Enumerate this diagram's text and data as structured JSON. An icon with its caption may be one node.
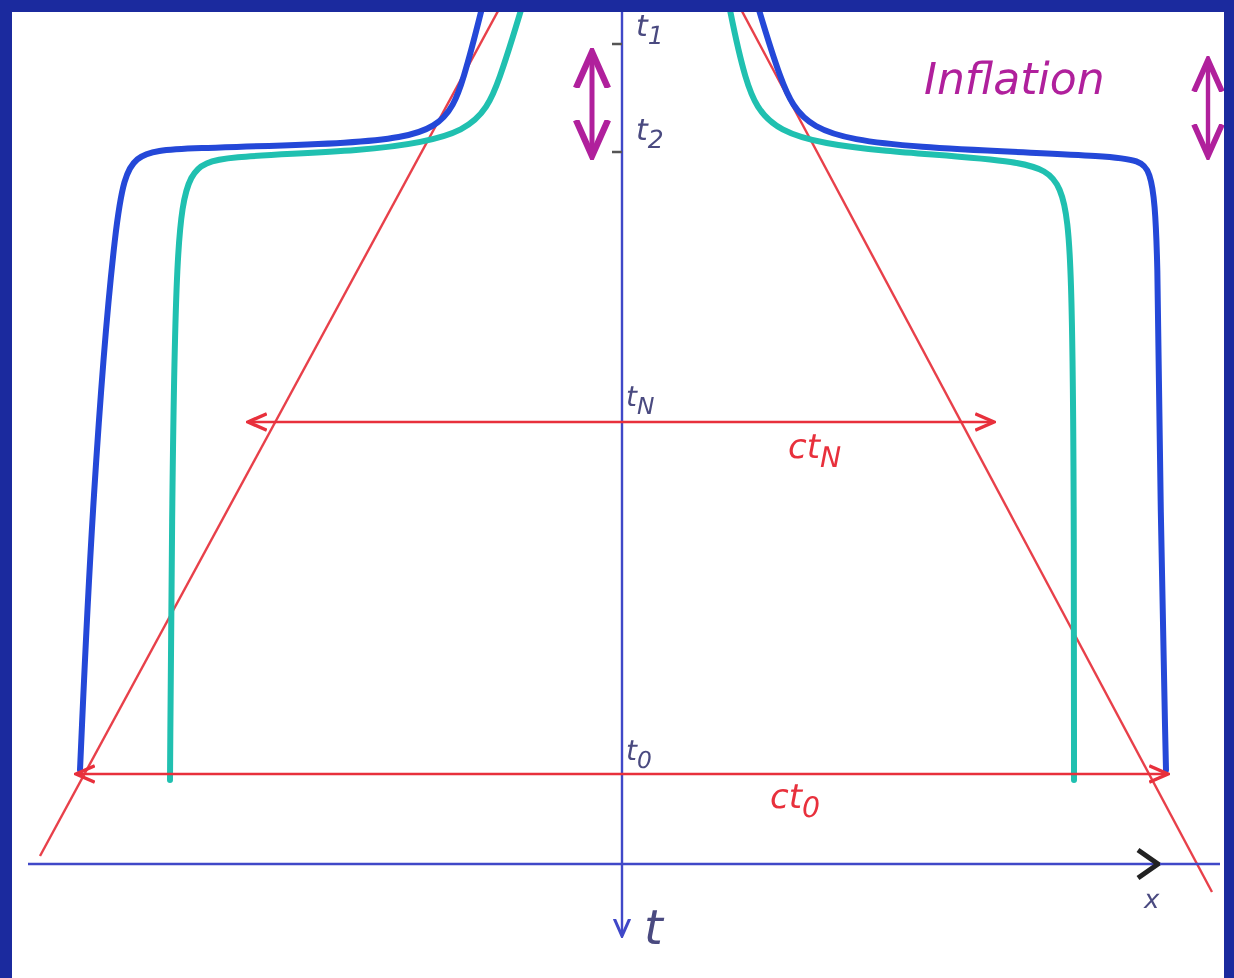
{
  "diagram": {
    "labels": [
      "t$_{1}$",
      "Inflation",
      "t$_{2}$",
      "t$_{N}$",
      "ct$_{N}$",
      "t$_{0}$",
      "ct$_{0}$",
      "x",
      "t"
    ]
  }
}
